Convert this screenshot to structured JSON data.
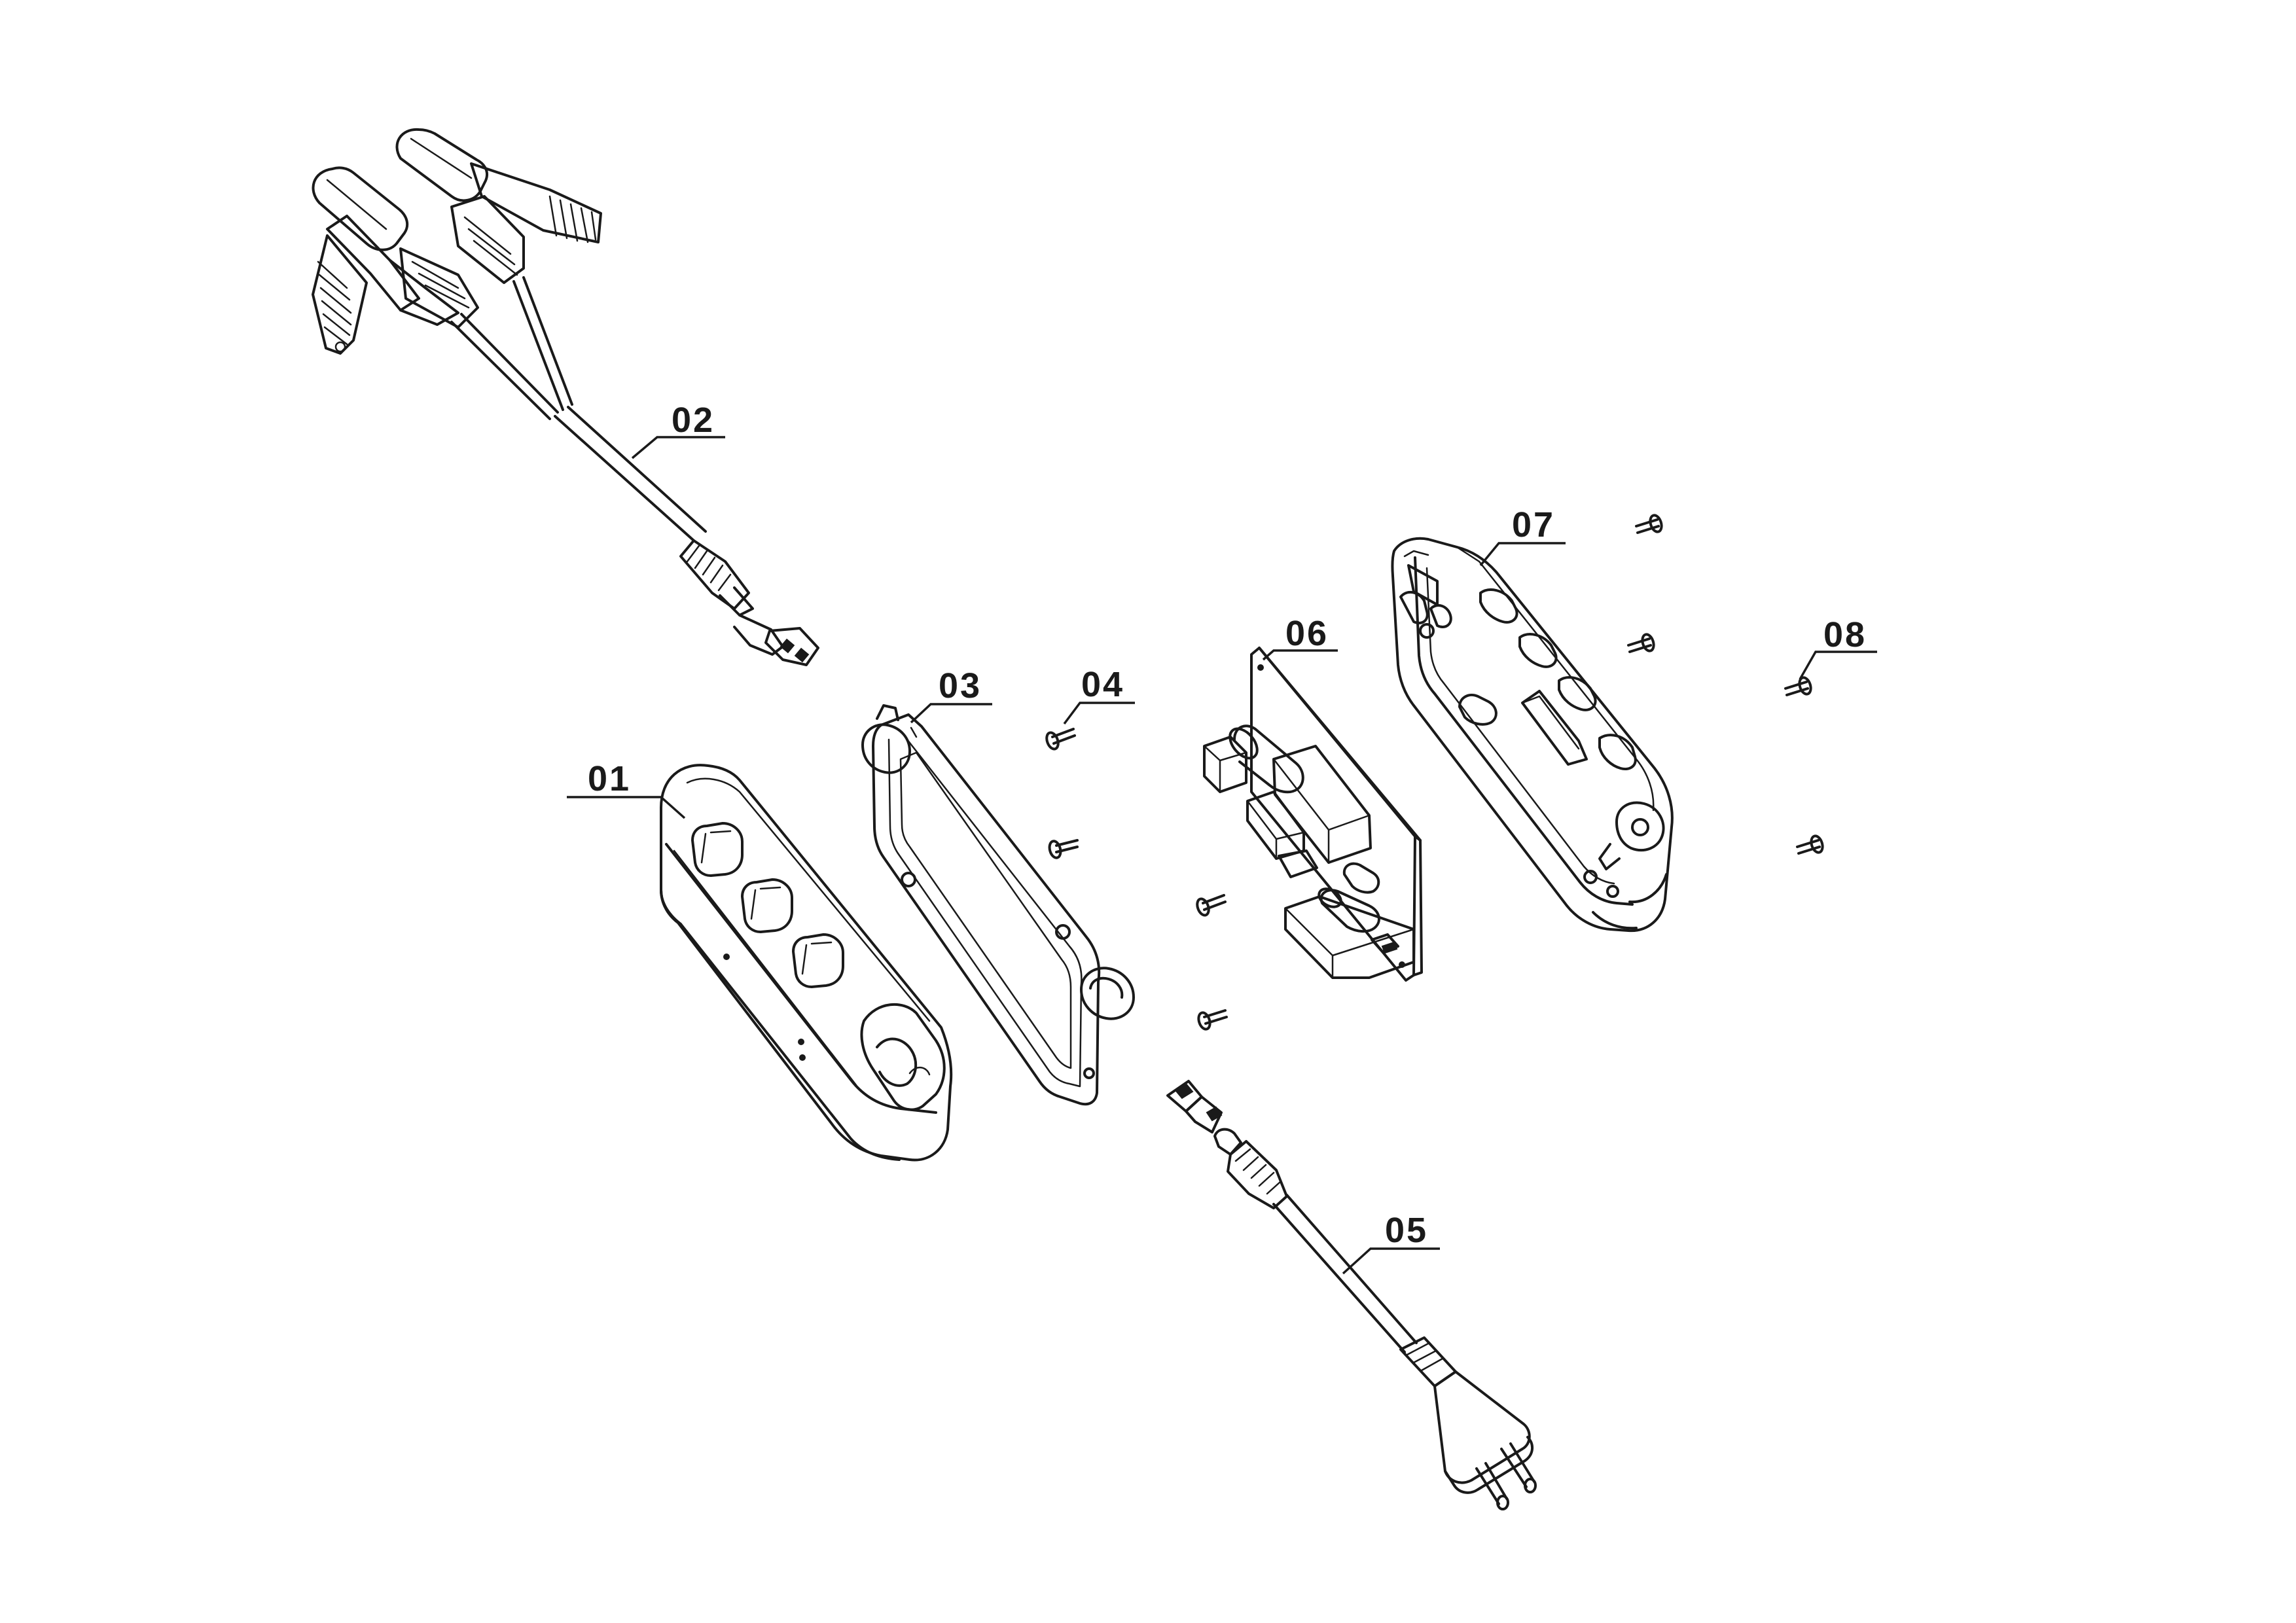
{
  "labels": {
    "p01": "01",
    "p02": "02",
    "p03": "03",
    "p04": "04",
    "p05": "05",
    "p06": "06",
    "p07": "07",
    "p08": "08"
  }
}
